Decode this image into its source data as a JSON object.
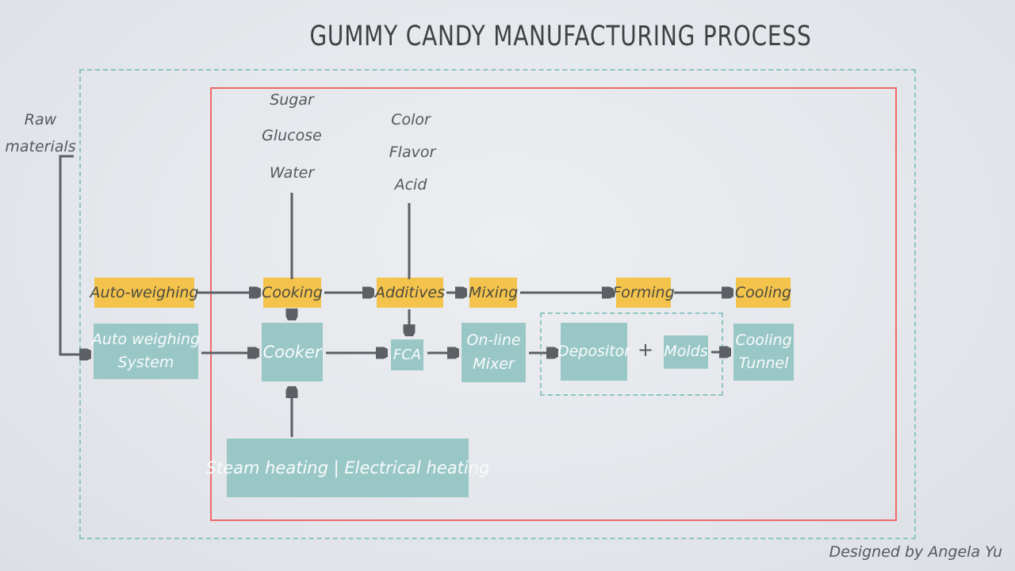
{
  "title": "GUMMY CANDY MANUFACTURING PROCESS",
  "credit": "Designed by Angela Yu",
  "colors": {
    "background": "#E4E7EB",
    "process_box": "#F3C34C",
    "equipment_box": "#99C7C6",
    "red_frame": "#F0696B",
    "dashed_border": "#8FC4C3",
    "arrow": "#5C6064",
    "title_text": "#3E4144",
    "label_text": "#55585C",
    "box_text_dark": "#4C4B40",
    "box_text_light": "#F8FBFA"
  },
  "raw_materials": {
    "line1": "Raw",
    "line2": "materials"
  },
  "ingredients": {
    "sugar": "Sugar",
    "glucose": "Glucose",
    "water": "Water",
    "color": "Color",
    "flavor": "Flavor",
    "acid": "Acid"
  },
  "process_steps": {
    "auto_weighing": "Auto-weighing",
    "cooking": "Cooking",
    "additives": "Additives",
    "mixing": "Mixing",
    "forming": "Forming",
    "cooling": "Cooling"
  },
  "equipment": {
    "auto_weighing_system": {
      "line1": "Auto weighing",
      "line2": "System"
    },
    "cooker": "Cooker",
    "fca": "FCA",
    "online_mixer": {
      "line1": "On-line",
      "line2": "Mixer"
    },
    "depositor": "Depositor",
    "plus": "+",
    "molds": "Molds",
    "cooling_tunnel": {
      "line1": "Cooling",
      "line2": "Tunnel"
    },
    "heating": "Steam heating | Electrical heating"
  }
}
